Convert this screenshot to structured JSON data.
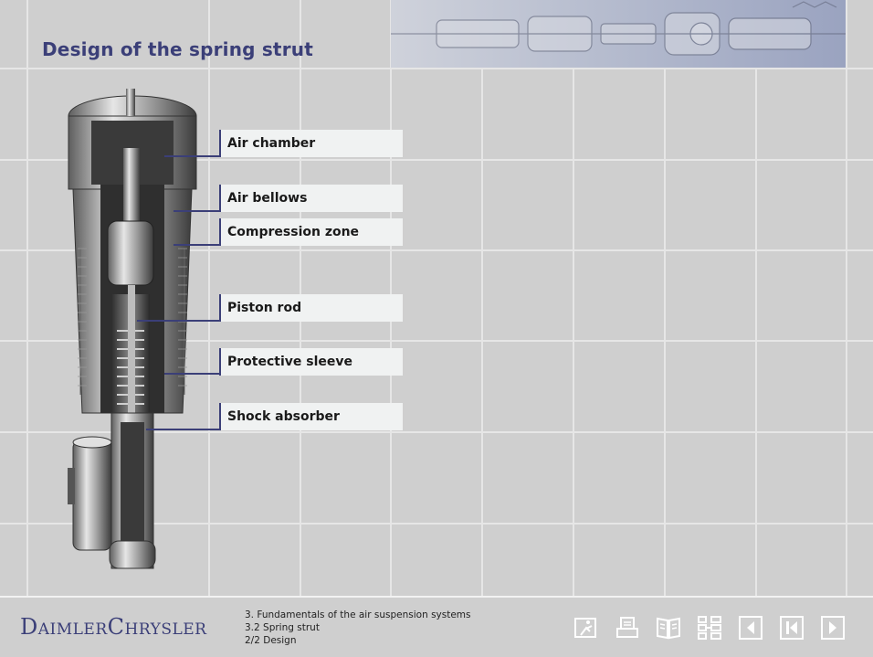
{
  "page": {
    "title": "Design of the spring strut"
  },
  "labels": [
    {
      "text": "Air chamber"
    },
    {
      "text": "Air bellows"
    },
    {
      "text": "Compression zone"
    },
    {
      "text": "Piston rod"
    },
    {
      "text": "Protective sleeve"
    },
    {
      "text": "Shock absorber"
    }
  ],
  "footer": {
    "logo": "DaimlerChrysler",
    "breadcrumb_chapter": "3. Fundamentals of the air suspension systems",
    "breadcrumb_section": "3.2 Spring strut",
    "breadcrumb_page": "2/2 Design"
  },
  "nav_icons": [
    "exit-icon",
    "print-icon",
    "glossary-icon",
    "sitemap-icon",
    "previous-icon",
    "first-page-icon",
    "next-icon"
  ],
  "colors": {
    "accent": "#3b3f78",
    "background": "#cfcfcf",
    "callout_bg": "#f0f2f2"
  }
}
